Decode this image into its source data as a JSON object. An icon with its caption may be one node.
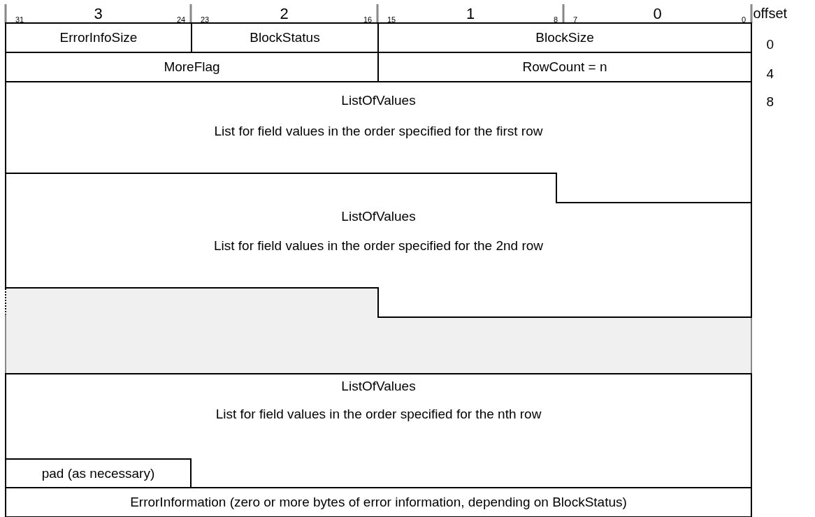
{
  "diagram": {
    "nodes": [
      {
        "text": [
          "ErrorInfoSize"
        ]
      },
      {
        "text": [
          "BlockStatus"
        ]
      },
      {
        "text": [
          "BlockSize"
        ]
      },
      {
        "text": [
          "MoreFlag"
        ]
      },
      {
        "text": [
          "RowCount = n"
        ]
      },
      {
        "text": [
          "ListOfValues",
          "List for field values in the order specified for the first row"
        ]
      },
      {
        "text": [
          "ListOfValues",
          "List for field values in the order specified for the 2nd row"
        ]
      },
      {
        "text": [
          "ListOfValues",
          "List for field values in the order specified for the nth row"
        ]
      },
      {
        "text": [
          "pad (as necessary)"
        ],
        "in": 7
      },
      {
        "text": [
          "ErrorInformation (zero or more bytes of error information, depending on BlockStatus)"
        ]
      }
    ],
    "edges": [],
    "labels": [
      "3",
      "31",
      "24",
      "2",
      "23",
      "16",
      "1",
      "15",
      "8",
      "0",
      "7",
      "0",
      "offset",
      "0",
      "4",
      "8"
    ]
  }
}
